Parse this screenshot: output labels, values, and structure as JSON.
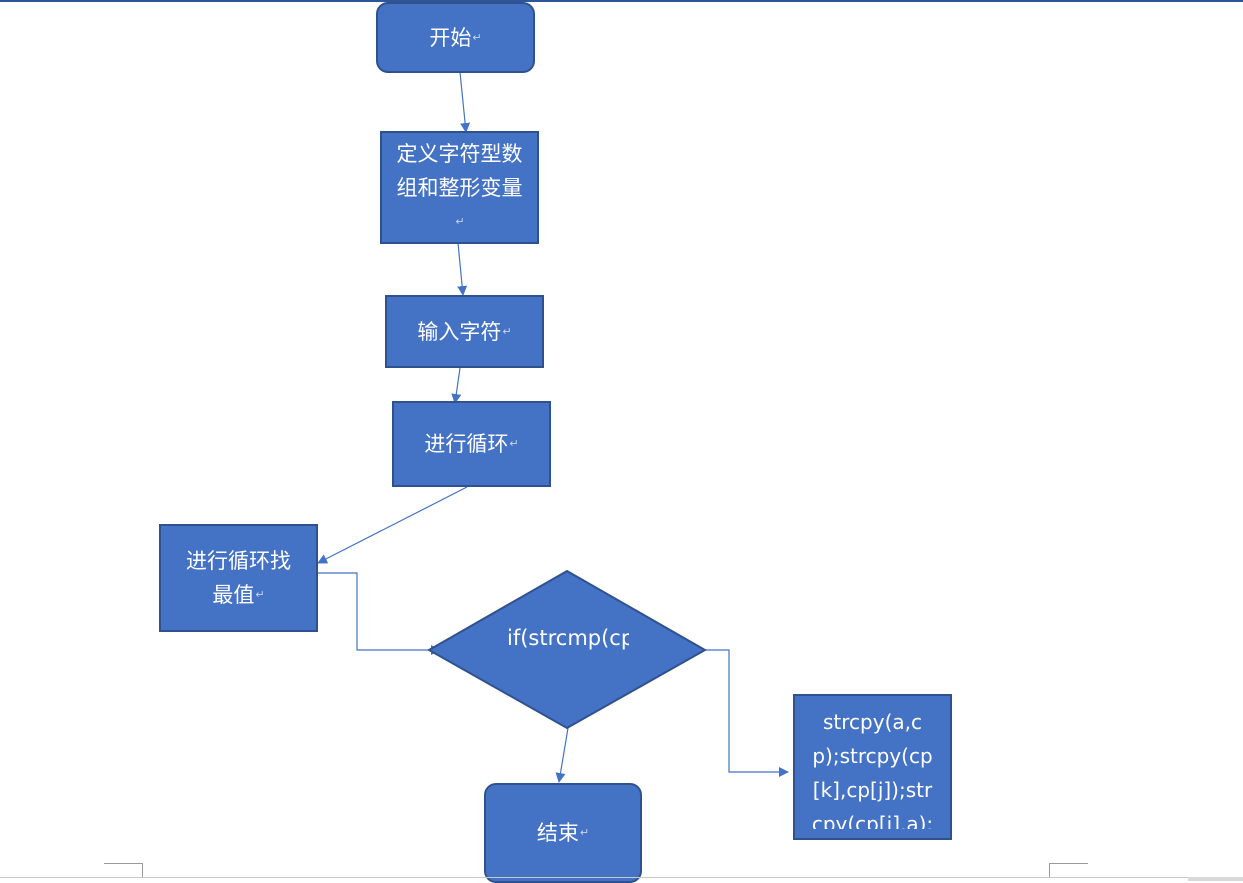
{
  "colors": {
    "node_fill": "#4472c4",
    "node_border": "#2f528f",
    "connector": "#4472c4",
    "text": "#ffffff"
  },
  "paragraph_mark": "↵",
  "nodes": {
    "start": "开始",
    "define_vars": "定义字符型数组和整形变量",
    "input_chars": "输入字符",
    "loop": "进行循环",
    "find_max": "进行循环找最值",
    "condition": "if(strcmp(cp[k],cp[j])",
    "swap_code": "strcpy(a,cp);strcpy(cp[k],cp[j]);strcpy(cp[j],a);",
    "end": "结束"
  }
}
